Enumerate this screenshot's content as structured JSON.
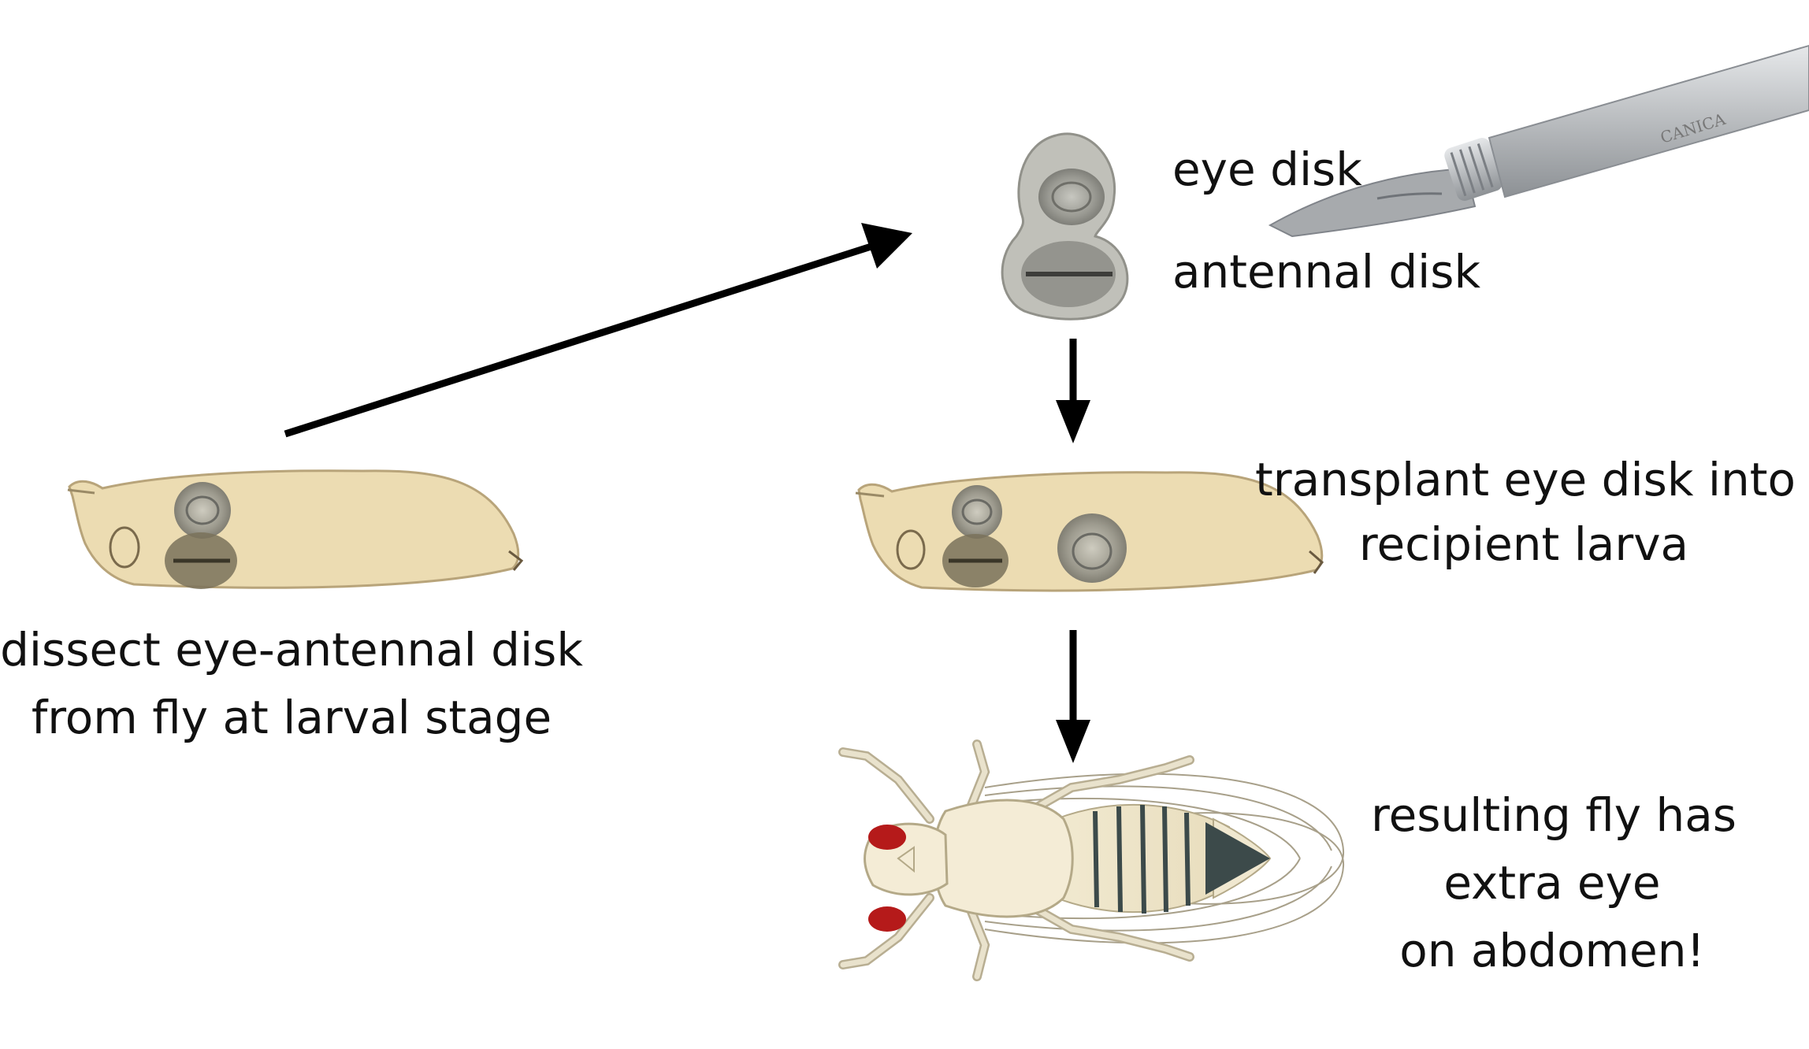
{
  "labels": {
    "eye_disk": "eye disk",
    "antennal_disk": "antennal disk",
    "transplant_line1": "transplant eye disk into",
    "transplant_line2": "recipient larva",
    "dissect_line1": "dissect eye-antennal disk",
    "dissect_line2": "from fly at larval stage",
    "result_line1": "resulting fly has",
    "result_line2": "extra eye",
    "result_line3": "on abdomen!",
    "scalpel_brand": "CANICA"
  },
  "colors": {
    "larva_fill": "#ecdcb2",
    "larva_stroke": "#b8a47a",
    "disk_gray": "#8a8a82",
    "fly_body": "#f4ecd6",
    "fly_eye": "#b51a1a",
    "abdomen_stripe": "#3c4a4a",
    "arrow": "#000000",
    "scalpel_metal": "#b9bcbf"
  },
  "icons": [
    "larva-donor-icon",
    "eye-antennal-disk-icon",
    "scalpel-icon",
    "larva-recipient-icon",
    "fly-extra-eye-icon"
  ]
}
